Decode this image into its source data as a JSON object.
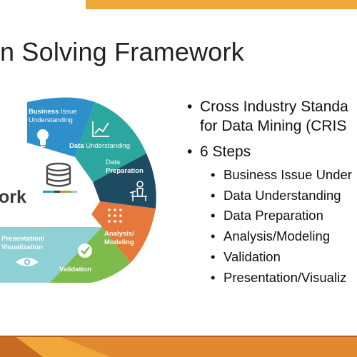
{
  "slide": {
    "title": "n Solving Framework",
    "colors": {
      "top_bar": "#F0A73A",
      "bottom_band": "#E2882E",
      "title_text": "#222222"
    }
  },
  "diagram": {
    "center_label": "ork",
    "center_icon": "database-icon",
    "segments": [
      {
        "key": "business",
        "label_bold": "Business",
        "label_rest": " Issue",
        "label_line2": "Understanding",
        "color": "#2E8FCB",
        "icon": "lightbulb-icon"
      },
      {
        "key": "data-understanding",
        "label_bold": "Understanding",
        "label_plain": "Data ",
        "color": "#2CA7A0",
        "icon": "line-chart-icon"
      },
      {
        "key": "data-preparation",
        "label_line1": "Data",
        "label_bold": "Preparation",
        "color": "#1E4A62",
        "icon": "chef-icon"
      },
      {
        "key": "analysis",
        "label_line1": "Analysis/",
        "label_line2": "Modeling",
        "color": "#E5783A",
        "icon": "network-icon"
      },
      {
        "key": "validation",
        "label": "Validation",
        "color": "#7DBB4C",
        "icon": "checkmark-icon"
      },
      {
        "key": "presentation",
        "label_line1": "Presentation/",
        "label_line2": "Visualization",
        "color": "#8ED0D4",
        "icon": "eye-icon"
      }
    ]
  },
  "bullets": {
    "main": [
      {
        "line1": "Cross Industry Standa",
        "line2": "for Data Mining (CRIS"
      },
      {
        "line1": "6 Steps"
      }
    ],
    "steps": [
      "Business Issue Under",
      "Data Understanding",
      "Data Preparation",
      "Analysis/Modeling",
      "Validation",
      "Presentation/Visualiz"
    ]
  }
}
